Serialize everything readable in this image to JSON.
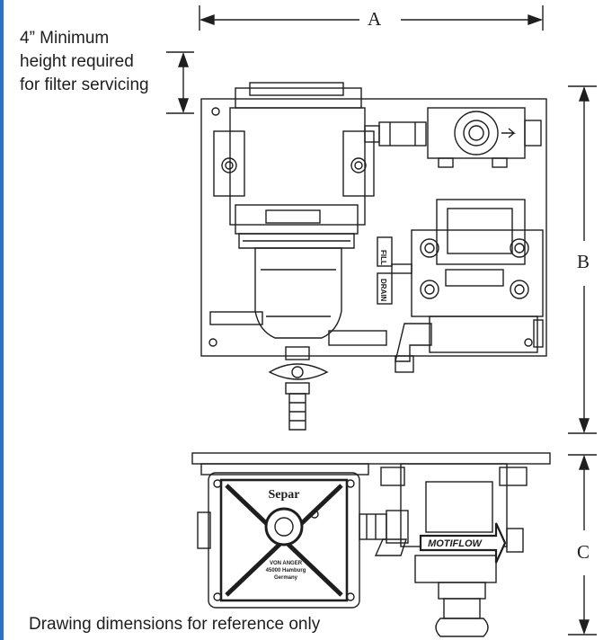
{
  "note": {
    "line1": "4” Minimum",
    "line2": "height required",
    "line3": "for filter servicing"
  },
  "dimensions": {
    "a": "A",
    "b": "B",
    "c": "C"
  },
  "top_view": {
    "valve_label_1": "FILL",
    "valve_label_2": "DRAIN"
  },
  "bottom_view": {
    "brand": "Separ",
    "maker_line1": "VON ANGER",
    "maker_line2": "45000 Hamburg",
    "maker_line3": "Germany",
    "pump_label": "MOTIFLOW"
  },
  "caption": "Drawing dimensions for reference only"
}
